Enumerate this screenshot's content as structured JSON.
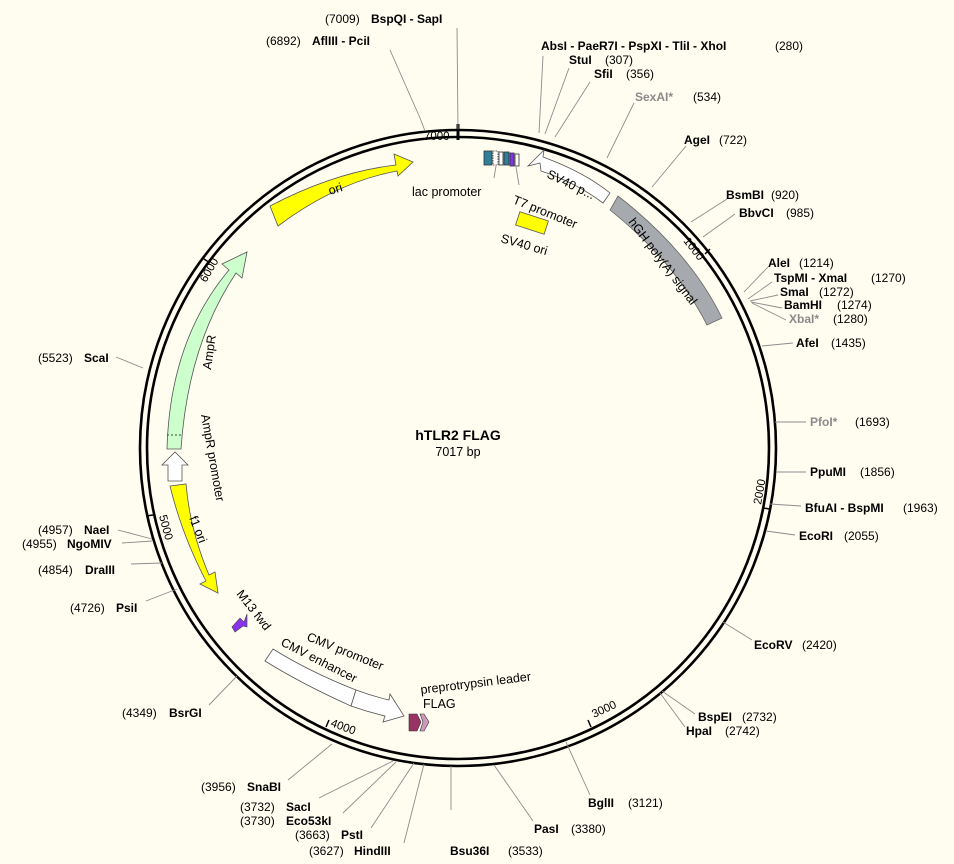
{
  "plasmid": {
    "name": "hTLR2 FLAG",
    "size_label": "7017 bp"
  },
  "ticks": [
    {
      "pos": 1000,
      "label": "1000"
    },
    {
      "pos": 2000,
      "label": "2000"
    },
    {
      "pos": 3000,
      "label": "3000"
    },
    {
      "pos": 4000,
      "label": "4000"
    },
    {
      "pos": 5000,
      "label": "5000"
    },
    {
      "pos": 6000,
      "label": "6000"
    },
    {
      "pos": 7000,
      "label": "7000"
    }
  ],
  "features": [
    {
      "label": "ori",
      "color": "#ffff00"
    },
    {
      "label": "AmpR",
      "color": "#ccffcc"
    },
    {
      "label": "AmpR promoter",
      "color": "#ffffff"
    },
    {
      "label": "f1 ori",
      "color": "#ffff00"
    },
    {
      "label": "CMV enhancer",
      "color": "#ffffff"
    },
    {
      "label": "CMV promoter",
      "color": "#ffffff"
    },
    {
      "label": "SV40 p...",
      "color": "#ffffff"
    },
    {
      "label": "hGH poly(A) signal",
      "color": "#a6aaaf"
    },
    {
      "label": "lac promoter",
      "color": "#ffffff"
    },
    {
      "label": "T7 promoter",
      "color": "#ffffff"
    },
    {
      "label": "SV40 ori",
      "color": "#ffff00"
    },
    {
      "label": "M13 fwd",
      "color": "#8833ee"
    },
    {
      "label": "preprotrypsin leader",
      "color": "#993366"
    },
    {
      "label": "FLAG",
      "color": "#cc99bb"
    }
  ],
  "sites": [
    {
      "name": "BspQI - SapI",
      "pos": "(7009)",
      "grey": false
    },
    {
      "name": "AflIII - PciI",
      "pos": "(6892)",
      "grey": false
    },
    {
      "name": "AbsI - PaeR7I - PspXI - TliI - XhoI",
      "pos": "(280)",
      "grey": false
    },
    {
      "name": "StuI",
      "pos": "(307)",
      "grey": false
    },
    {
      "name": "SfiI",
      "pos": "(356)",
      "grey": false
    },
    {
      "name": "SexAI*",
      "pos": "(534)",
      "grey": true
    },
    {
      "name": "AgeI",
      "pos": "(722)",
      "grey": false
    },
    {
      "name": "BsmBI",
      "pos": "(920)",
      "grey": false
    },
    {
      "name": "BbvCI",
      "pos": "(985)",
      "grey": false
    },
    {
      "name": "AleI",
      "pos": "(1214)",
      "grey": false
    },
    {
      "name": "TspMI - XmaI",
      "pos": "(1270)",
      "grey": false
    },
    {
      "name": "SmaI",
      "pos": "(1272)",
      "grey": false
    },
    {
      "name": "BamHI",
      "pos": "(1274)",
      "grey": false
    },
    {
      "name": "XbaI*",
      "pos": "(1280)",
      "grey": true
    },
    {
      "name": "AfeI",
      "pos": "(1435)",
      "grey": false
    },
    {
      "name": "PfoI*",
      "pos": "(1693)",
      "grey": true
    },
    {
      "name": "PpuMI",
      "pos": "(1856)",
      "grey": false
    },
    {
      "name": "BfuAI - BspMI",
      "pos": "(1963)",
      "grey": false
    },
    {
      "name": "EcoRI",
      "pos": "(2055)",
      "grey": false
    },
    {
      "name": "EcoRV",
      "pos": "(2420)",
      "grey": false
    },
    {
      "name": "BspEI",
      "pos": "(2732)",
      "grey": false
    },
    {
      "name": "HpaI",
      "pos": "(2742)",
      "grey": false
    },
    {
      "name": "BglII",
      "pos": "(3121)",
      "grey": false
    },
    {
      "name": "PasI",
      "pos": "(3380)",
      "grey": false
    },
    {
      "name": "Bsu36I",
      "pos": "(3533)",
      "grey": false
    },
    {
      "name": "HindIII",
      "pos": "(3627)",
      "grey": false
    },
    {
      "name": "PstI",
      "pos": "(3663)",
      "grey": false
    },
    {
      "name": "Eco53kI",
      "pos": "(3730)",
      "grey": false
    },
    {
      "name": "SacI",
      "pos": "(3732)",
      "grey": false
    },
    {
      "name": "SnaBI",
      "pos": "(3956)",
      "grey": false
    },
    {
      "name": "BsrGI",
      "pos": "(4349)",
      "grey": false
    },
    {
      "name": "PsiI",
      "pos": "(4726)",
      "grey": false
    },
    {
      "name": "DraIII",
      "pos": "(4854)",
      "grey": false
    },
    {
      "name": "NgoMIV",
      "pos": "(4955)",
      "grey": false
    },
    {
      "name": "NaeI",
      "pos": "(4957)",
      "grey": false
    },
    {
      "name": "ScaI",
      "pos": "(5523)",
      "grey": false
    }
  ]
}
